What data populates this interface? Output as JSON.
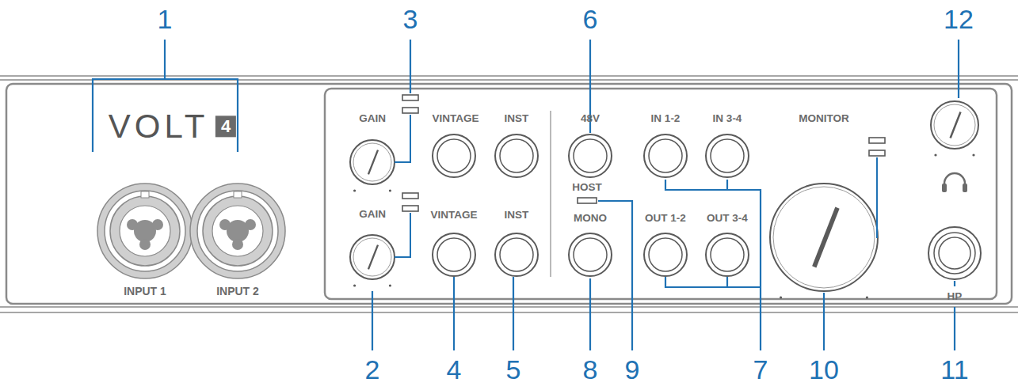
{
  "diagram": {
    "labels": [
      "1",
      "3",
      "6",
      "12",
      "VOLT",
      "4",
      "GAIN",
      "VINTAGE",
      "INST",
      "48V",
      "IN 1-2",
      "IN 3-4",
      "MONITOR",
      "GAIN",
      "VINTAGE",
      "INST",
      "HOST",
      "MONO",
      "OUT 1-2",
      "OUT 3-4",
      "HP",
      "INPUT 1",
      "INPUT 2",
      "2",
      "4",
      "5",
      "8",
      "9",
      "7",
      "10",
      "11"
    ]
  }
}
